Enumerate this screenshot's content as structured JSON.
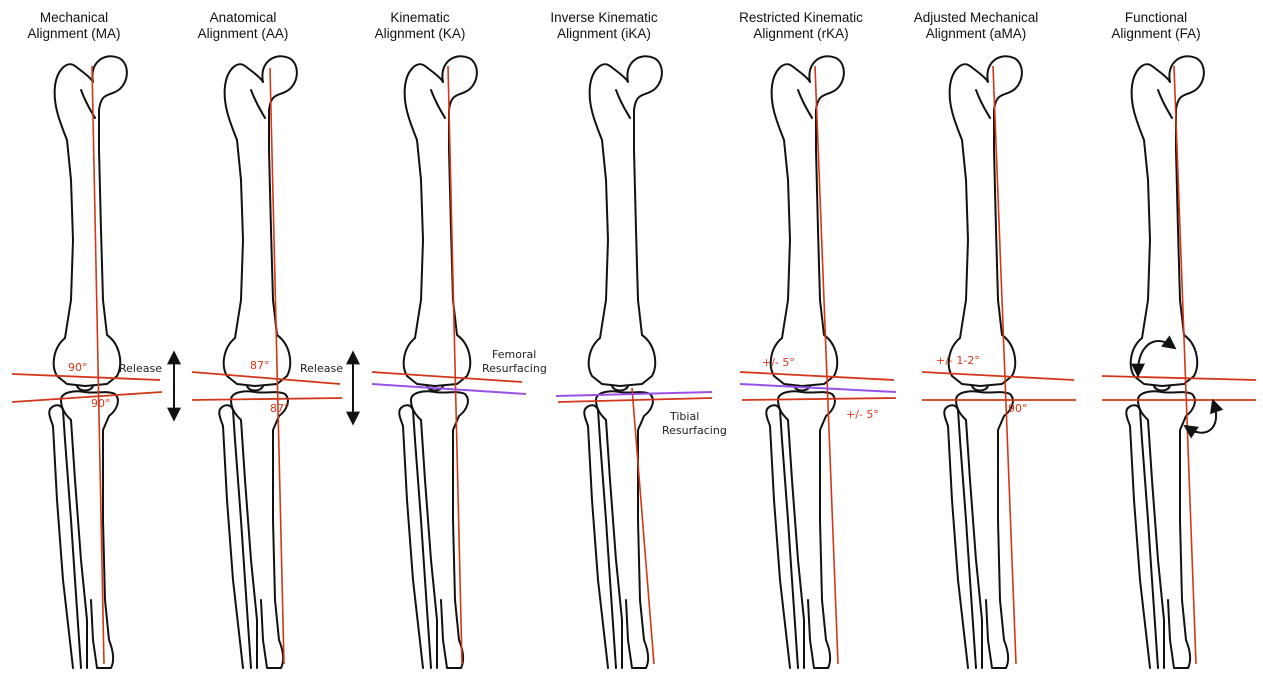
{
  "panels": [
    {
      "title_line1": "Mechanical",
      "title_line2": "Alignment (MA)",
      "femur_angle": "90°",
      "tibia_angle": "90°",
      "annotation": "Release"
    },
    {
      "title_line1": "Anatomical",
      "title_line2": "Alignment (AA)",
      "femur_angle": "87°",
      "tibia_angle": "87°",
      "annotation": "Release"
    },
    {
      "title_line1": "Kinematic",
      "title_line2": "Alignment (KA)",
      "annotation_line1": "Femoral",
      "annotation_line2": "Resurfacing"
    },
    {
      "title_line1": "Inverse Kinematic",
      "title_line2": "Alignment (iKA)",
      "annotation_line1": "Tibial",
      "annotation_line2": "Resurfacing"
    },
    {
      "title_line1": "Restricted  Kinematic",
      "title_line2": "Alignment (rKA)",
      "femur_angle": "+/- 5°",
      "tibia_angle": "+/- 5°"
    },
    {
      "title_line1": "Adjusted Mechanical",
      "title_line2": "Alignment (aMA)",
      "femur_angle": "+/- 1-2°",
      "tibia_angle": "90°"
    },
    {
      "title_line1": "Functional",
      "title_line2": "Alignment (FA)"
    }
  ],
  "colors": {
    "axis": "#d2371a",
    "resurfacing": "#9a52e6",
    "outline": "#111111"
  }
}
